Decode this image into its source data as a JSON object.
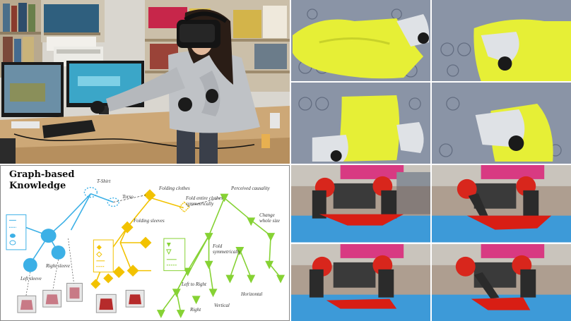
{
  "graph_panel": {
    "title_line1": "Graph-based",
    "title_line2": "Knowledge",
    "labels": {
      "tshirt": "T-Shirt",
      "torso": "Torso",
      "left_sleeve": "Left sleeve",
      "right_sleeve": "Right sleeve",
      "folding_clothes": "Folding clothes",
      "fold_entire": "Fold entire clothes symmetrically",
      "folding_sleeves": "Folding sleeves",
      "perceived_causality": "Perceived causality",
      "change_whole_size": "Change whole size",
      "fold_symmetrically": "Fold symmetrically",
      "left_to_right": "Left to Right",
      "right": "Right",
      "vertical": "Vertical",
      "horizontal": "Horizontal"
    }
  },
  "colors": {
    "spatial": "#3cb0e6",
    "temporal": "#f2c200",
    "causal": "#86d234",
    "cloth_yellow": "#e8f03a",
    "robot_red": "#d8261c",
    "table_red": "#d81e14",
    "floor_blue": "#3d9ad8"
  }
}
